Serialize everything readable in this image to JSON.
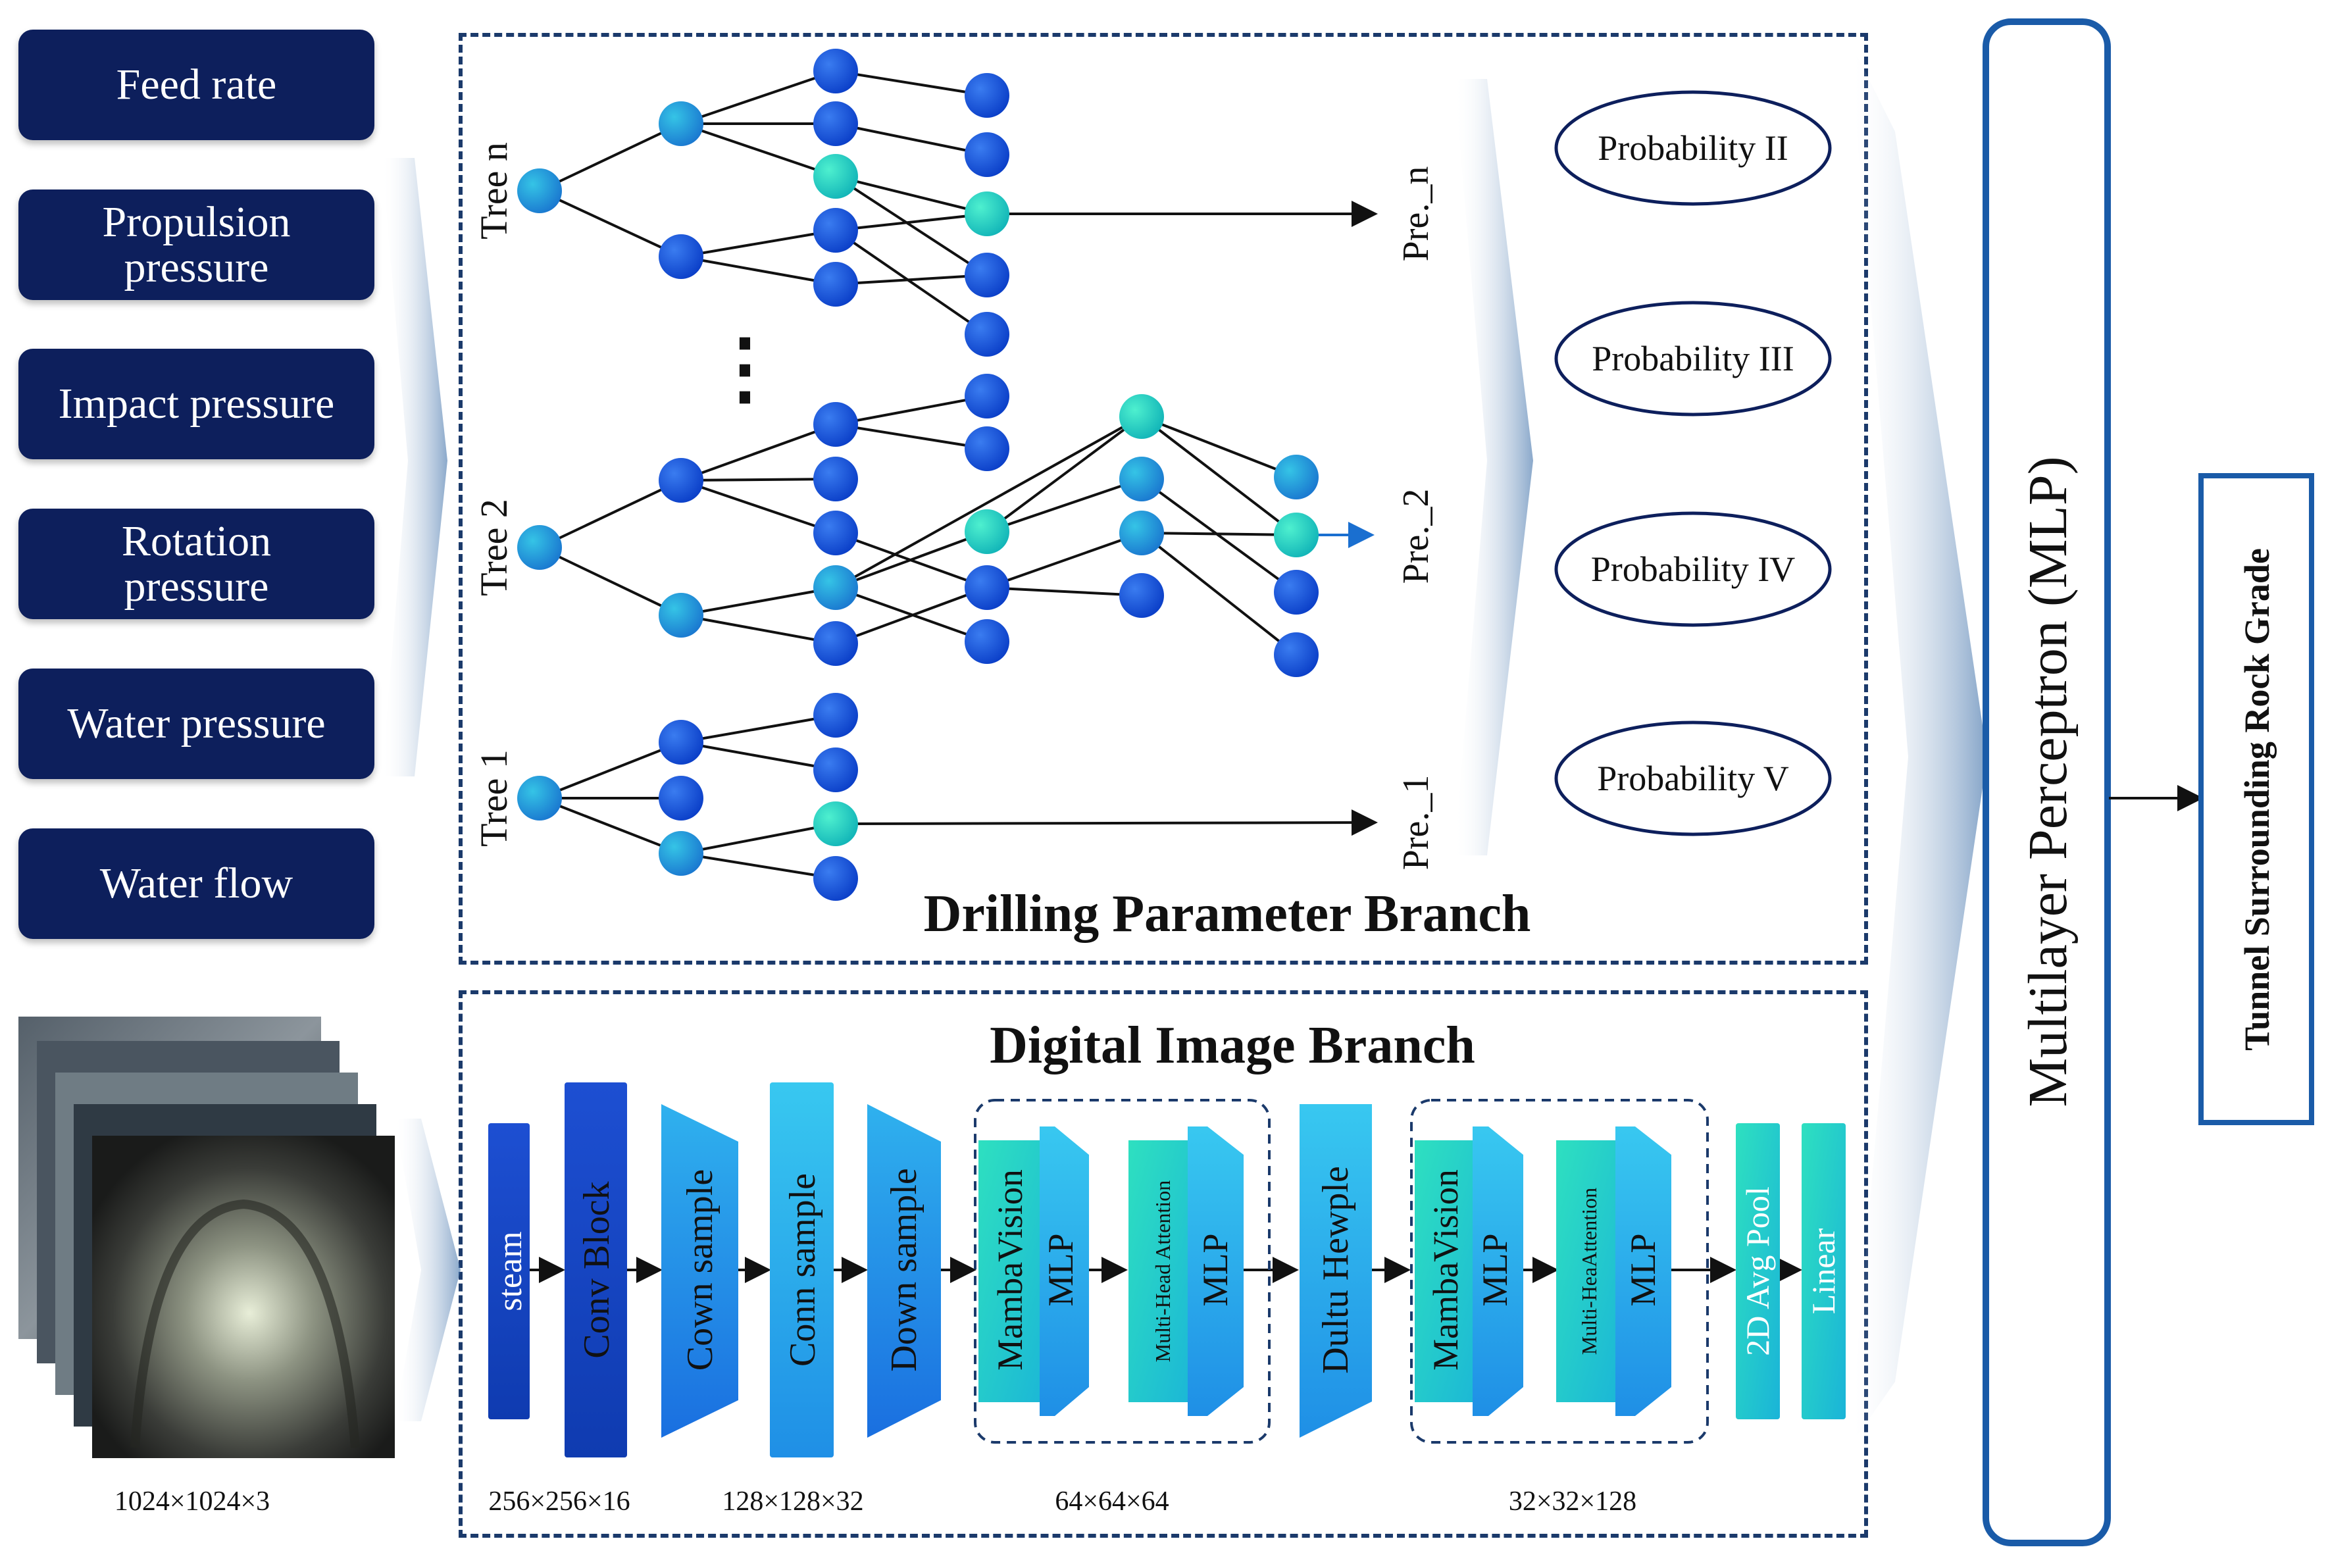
{
  "inputs": [
    "Feed rate",
    "Propulsion\npressure",
    "Impact pressure",
    "Rotation\npressure",
    "Water pressure",
    "Water flow"
  ],
  "trees": {
    "n": "Tree n",
    "t2": "Tree 2",
    "t1": "Tree 1"
  },
  "preds": {
    "n": "Pre._n",
    "t2": "Pre._2",
    "t1": "Pre._1"
  },
  "probabilities": [
    "Probability II",
    "Probability III",
    "Probability IV",
    "Probability V"
  ],
  "drill_title": "Drilling Parameter Branch",
  "image_title": "Digital Image Branch",
  "image_size": "1024×1024×3",
  "blocks": {
    "steam": "steam",
    "conv_block": "Conv Block",
    "cown_sample": "Cown sample",
    "conn_sample": "Conn sample",
    "down_sample": "Down sample",
    "mamba1": "MambaVision",
    "mlp1": "MLP",
    "mha1": "Multi-Head Attention",
    "mlp2": "MLP",
    "dultu": "Dultu Hewple",
    "mamba2": "MambaVision",
    "mlp3": "MLP",
    "mha2": "Multi-HeaAttention",
    "mlp4": "MLP",
    "avgpool": "2D Avg Pool",
    "linear": "Linear"
  },
  "dims": [
    "256×256×16",
    "128×128×32",
    "64×64×64",
    "32×32×128"
  ],
  "mlp_label": "Multilayer Perceptron (MLP)",
  "output_label": "Tunnel Surrounding Rock Grade",
  "ellipsis": "⋮",
  "colors": {
    "navy": "#0d1f5c",
    "node_blue": "#1a55d6",
    "node_teal": "#1fcfb0",
    "dash": "#1b3a6b"
  }
}
